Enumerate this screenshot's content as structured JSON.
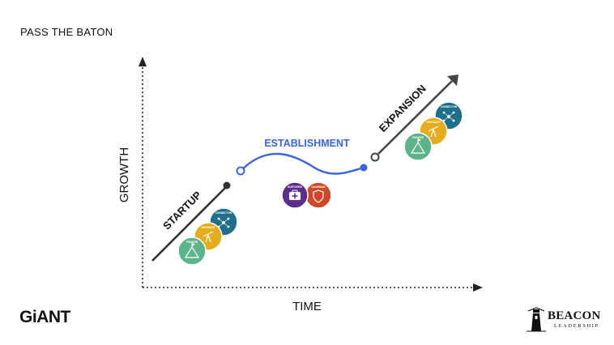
{
  "page": {
    "title": "PASS THE BATON"
  },
  "axes": {
    "y_label": "GROWTH",
    "x_label": "TIME"
  },
  "phases": {
    "startup": "STARTUP",
    "establishment": "ESTABLISHMENT",
    "expansion": "EXPANSION"
  },
  "badges": {
    "pioneer": "PIONEER",
    "visionary": "VISIONARY",
    "connector": "CONNECTOR",
    "nurturer": "NURTURER",
    "guardian": "GUARDIAN"
  },
  "brands": {
    "left_logo": "GiANT",
    "right_logo_name": "BEACON",
    "right_logo_sub": "LEADERSHIP"
  },
  "colors": {
    "startup_line": "#333333",
    "establishment_line": "#3a64dc",
    "expansion_line": "#444444",
    "pioneer": "#5bb48c",
    "visionary": "#e5ad1b",
    "connector": "#1f6f8c",
    "nurturer": "#5b2e8c",
    "guardian": "#cc4a2a"
  }
}
